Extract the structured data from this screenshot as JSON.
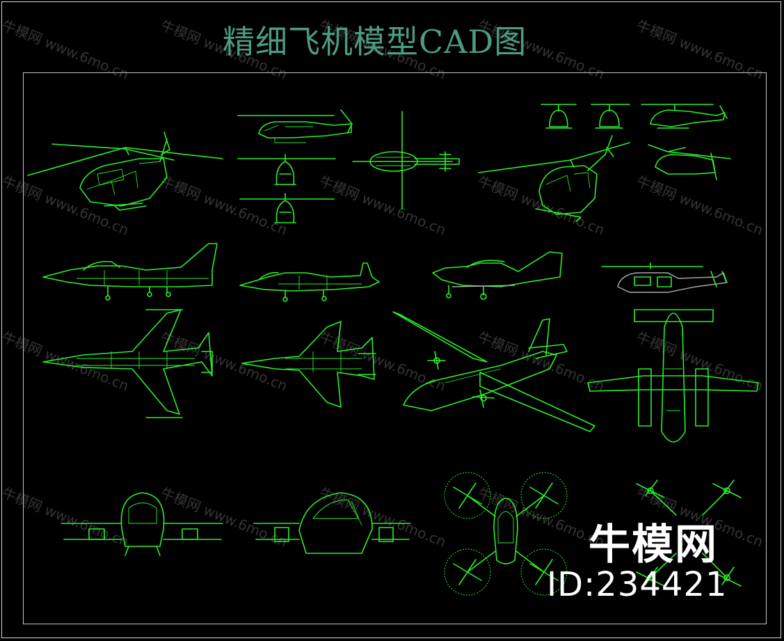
{
  "title": "精细飞机模型CAD图",
  "watermark": {
    "brand": "牛模网",
    "url": "www.6mo.cn"
  },
  "brand_logo": "牛模网",
  "id_label": "ID:234421",
  "colors": {
    "background": "#000000",
    "lines": "#2bf02b",
    "title": "#4d9a86",
    "frame": "#d8d8d8"
  },
  "drawings": [
    "helicopter-perspective",
    "helicopter-three-views",
    "helicopter-top-view",
    "light-helicopter-views",
    "light-helicopter-perspective",
    "fighter-f16-side",
    "fighter-f15-side",
    "trainer-aircraft-side",
    "light-helicopter-side",
    "fighter-f16-top",
    "fighter-f15-top",
    "turboprop-airliner-perspective",
    "twin-engine-plane-top",
    "passenger-drone-front",
    "passenger-drone-side",
    "passenger-drone-top",
    "quadcopter-drone-top"
  ]
}
